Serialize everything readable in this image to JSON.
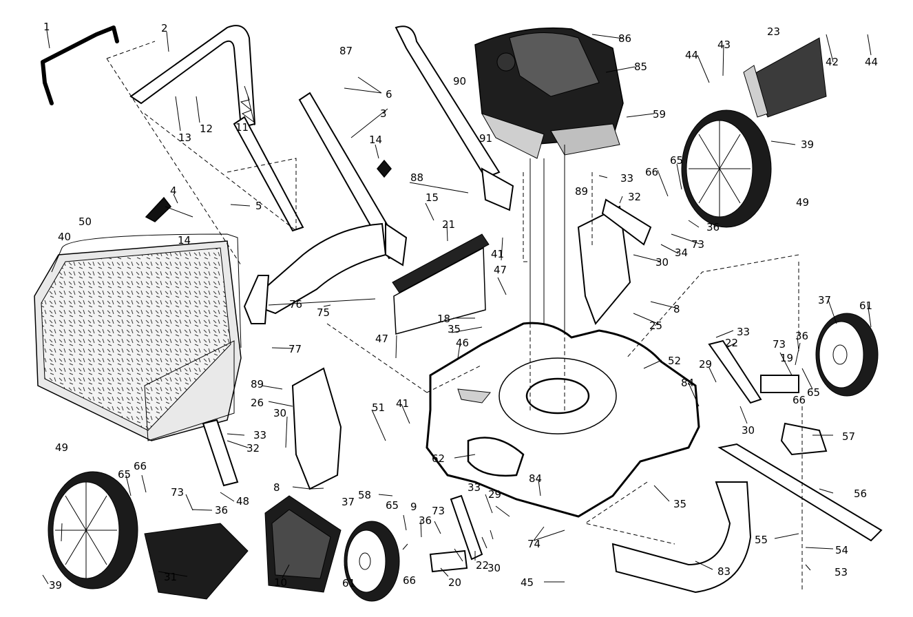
{
  "labels": {
    "p1": "1",
    "p2": "2",
    "p3": "3",
    "p4": "4",
    "p5": "5",
    "p6": "6",
    "p8": "8",
    "p9": "9",
    "p10": "10",
    "p11": "11",
    "p12": "12",
    "p13": "13",
    "p14": "14",
    "p15": "15",
    "p18": "18",
    "p19": "19",
    "p20": "20",
    "p21": "21",
    "p22": "22",
    "p23": "23",
    "p25": "25",
    "p26": "26",
    "p29": "29",
    "p30": "30",
    "p31": "31",
    "p32": "32",
    "p33": "33",
    "p34": "34",
    "p35": "35",
    "p36": "36",
    "p37": "37",
    "p39": "39",
    "p40": "40",
    "p41": "41",
    "p42": "42",
    "p43": "43",
    "p44": "44",
    "p45": "45",
    "p46": "46",
    "p47": "47",
    "p48": "48",
    "p49": "49",
    "p50": "50",
    "p51": "51",
    "p52": "52",
    "p53": "53",
    "p54": "54",
    "p55": "55",
    "p56": "56",
    "p57": "57",
    "p58": "58",
    "p59": "59",
    "p61": "61",
    "p62": "62",
    "p65": "65",
    "p66": "66",
    "p73": "73",
    "p74": "74",
    "p75": "75",
    "p76": "76",
    "p77": "77",
    "p83": "83",
    "p84": "84",
    "p85": "85",
    "p86": "86",
    "p87": "87",
    "p88": "88",
    "p89": "89",
    "p90": "90",
    "p91": "91"
  }
}
